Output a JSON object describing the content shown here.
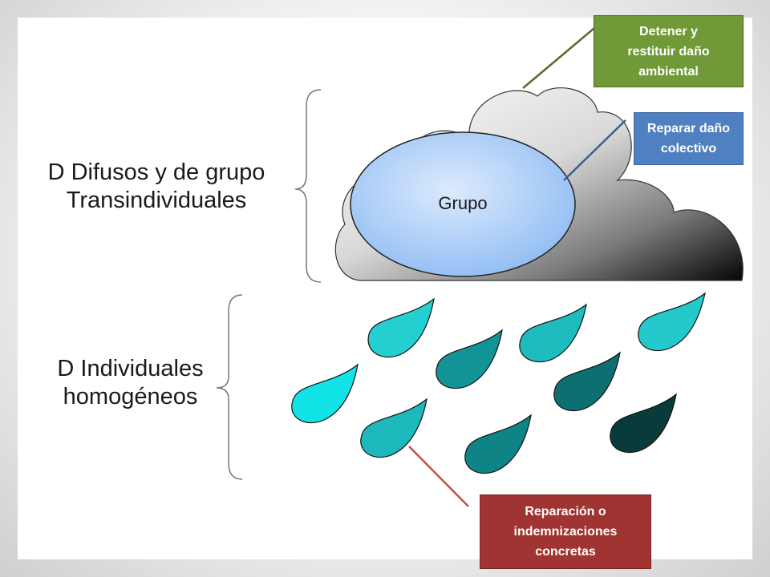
{
  "labels": {
    "group_heading": [
      "D Difusos y de grupo",
      "Transindividuales"
    ],
    "individual_heading": [
      "D Individuales",
      "homogéneos"
    ],
    "group_ellipse": "Grupo"
  },
  "callouts": {
    "stop_restore": [
      "Detener y",
      "restituir daño",
      "ambiental"
    ],
    "collective": [
      "Reparar daño",
      "colectivo"
    ],
    "individual": [
      "Reparación  o",
      "indemnizaciones",
      "concretas"
    ]
  },
  "colors": {
    "stop_restore_bg": "#6f9a37",
    "stop_restore_line": "#5b6b2f",
    "collective_bg": "#4f80c1",
    "collective_line": "#3e5c8a",
    "individual_bg": "#a03432",
    "individual_line": "#c0504d",
    "ellipse_fill": "#a9ccf7",
    "drop_light": "#13e6e6",
    "drop_dark": "#083a3a"
  }
}
